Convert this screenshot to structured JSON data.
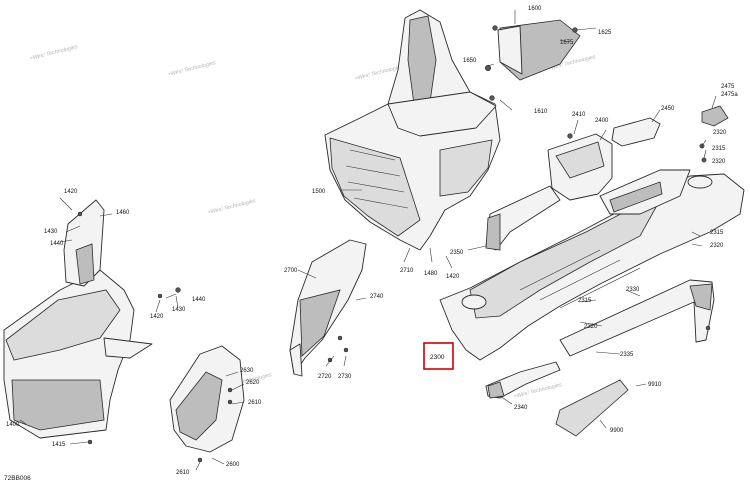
{
  "diagram": {
    "ref_code": "72BB006",
    "watermark": "+Wes! Technologies",
    "highlight_part": "2300",
    "callouts": {
      "c1600": "1600",
      "c1625": "1625",
      "c1675": "1675",
      "c1650": "1650",
      "c1610": "1610",
      "c2410": "2410",
      "c2400": "2400",
      "c2450": "2450",
      "c2475": "2475",
      "c2475a": "2475a",
      "c2320a": "2320",
      "c2315a": "2315",
      "c2320b": "2320",
      "c1500": "1500",
      "c1420a": "1420",
      "c1460": "1460",
      "c1430a": "1430",
      "c1440a": "1440",
      "c2350": "2350",
      "c2315b": "2315",
      "c2320c": "2320",
      "c2710": "2710",
      "c1480": "1480",
      "c1420b": "1420",
      "c2700": "2700",
      "c2740": "2740",
      "c2315c": "2315",
      "c2330": "2330",
      "c2320d": "2320",
      "c1440b": "1440",
      "c1420c": "1420",
      "c1430b": "1430",
      "c2720": "2720",
      "c2730": "2730",
      "c2335": "2335",
      "c2630": "2630",
      "c2620": "2620",
      "c2610a": "2610",
      "c9910": "9910",
      "c2340": "2340",
      "c1400": "1400",
      "c9900": "9900",
      "c1415": "1415",
      "c2600": "2600",
      "c2610b": "2610"
    }
  }
}
